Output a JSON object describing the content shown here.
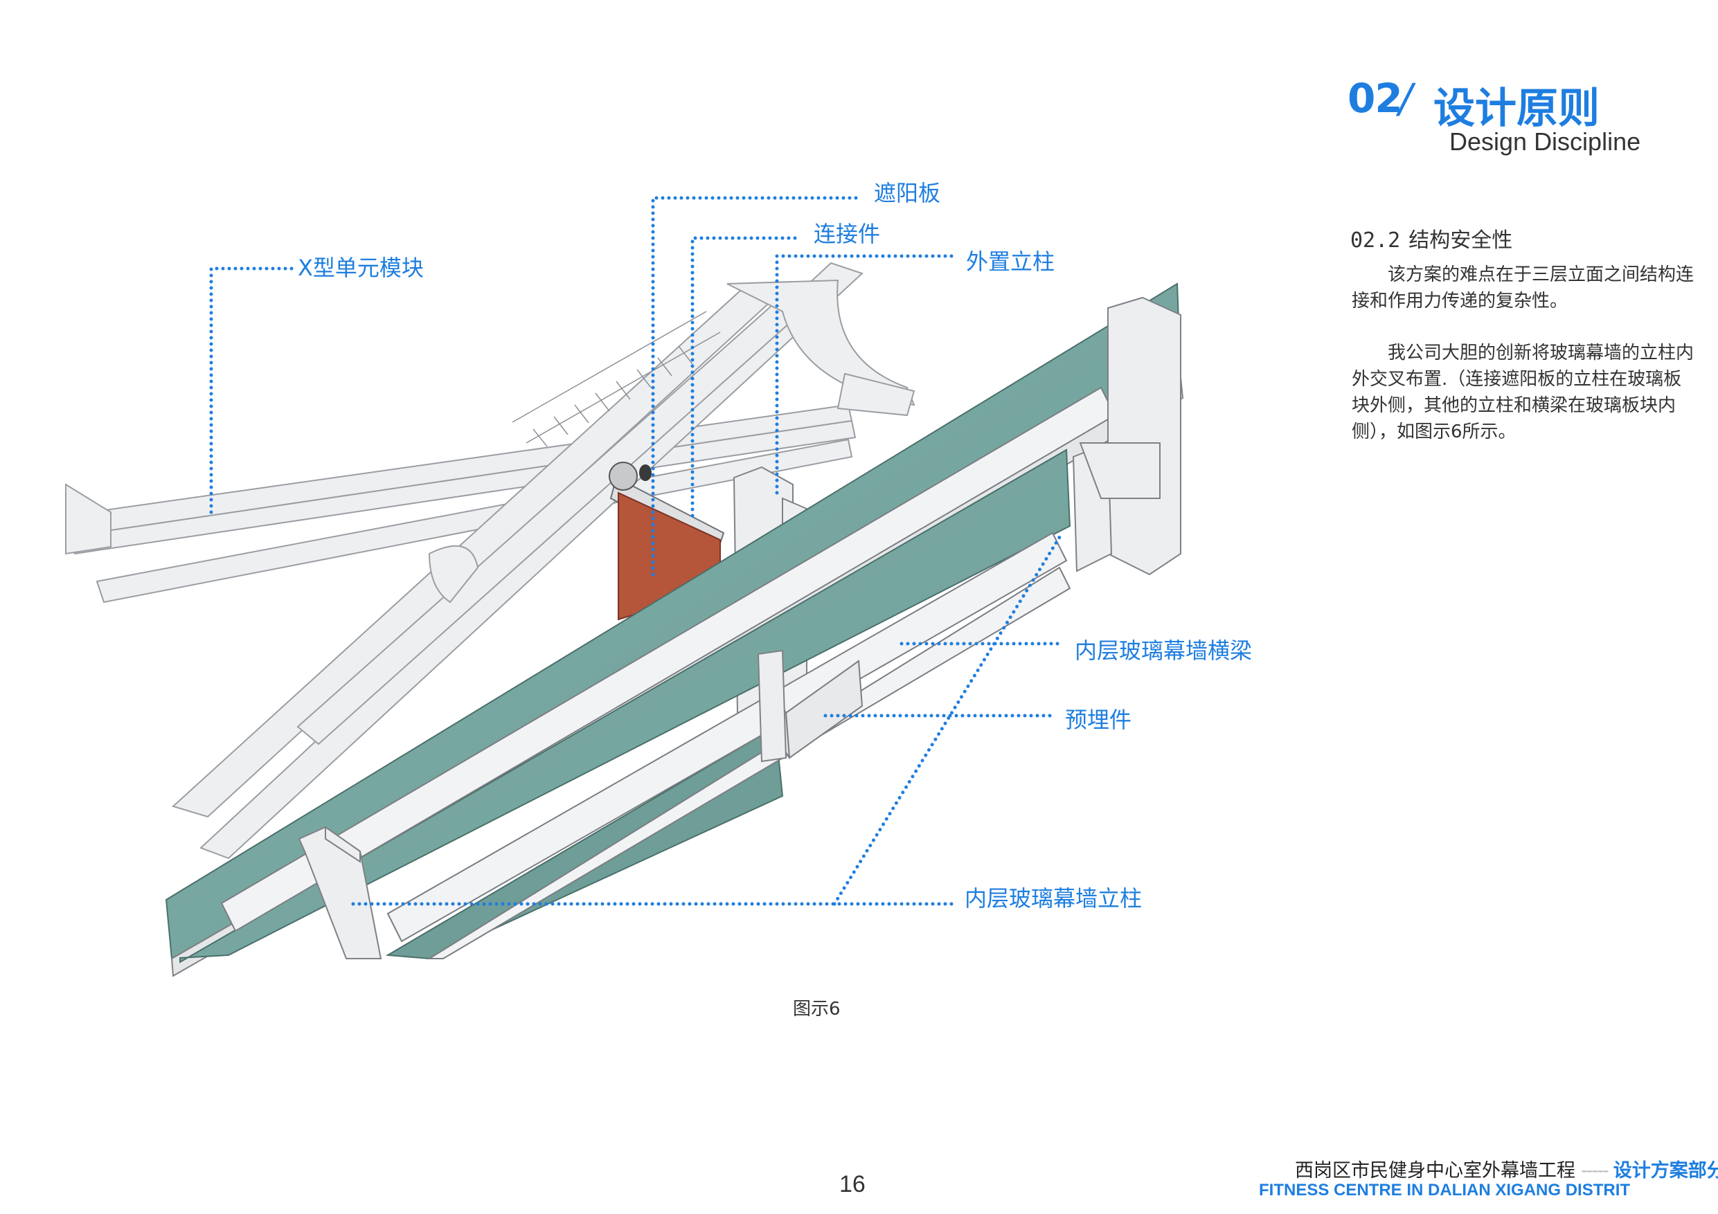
{
  "header": {
    "number": "02",
    "slash": "/",
    "title": "设计原则",
    "subtitle": "Design Discipline"
  },
  "section": {
    "number": "02.2",
    "title": "结构安全性",
    "paragraphs": [
      "该方案的难点在于三层立面之间结构连接和作用力传递的复杂性。",
      "我公司大胆的创新将玻璃幕墙的立柱内外交叉布置.（连接遮阳板的立柱在玻璃板块外侧，其他的立柱和横梁在玻璃板块内侧），如图示6所示。"
    ]
  },
  "figure": {
    "caption": "图示6",
    "callouts": {
      "x_module": "X型单元模块",
      "sunshade": "遮阳板",
      "connector": "连接件",
      "outer_mullion": "外置立柱",
      "inner_transom": "内层玻璃幕墙横梁",
      "embedded_part": "预埋件",
      "inner_mullion": "内层玻璃幕墙立柱"
    },
    "colors": {
      "glass": "#79a6a0",
      "frame": "#e6e7e9",
      "sunshade": "#b5553a",
      "callout": "#1e7ee0"
    }
  },
  "footer": {
    "page_number": "16",
    "project_cn": "西岗区市民健身中心室外幕墙工程",
    "dash": "-----",
    "section_cn": "设计方案部分",
    "project_en": "FITNESS CENTRE IN DALIAN XIGANG DISTRIT"
  }
}
